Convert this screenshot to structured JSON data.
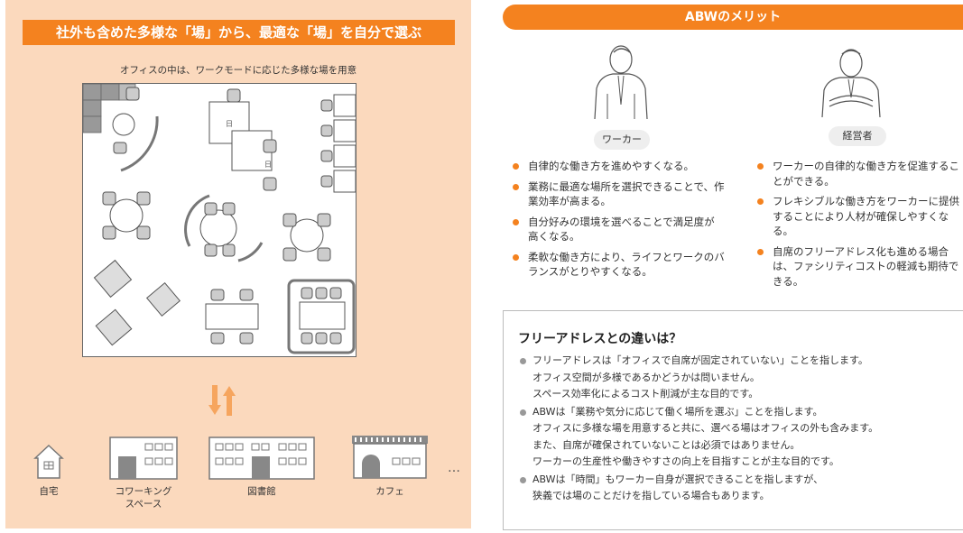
{
  "left": {
    "banner": "社外も含めた多様な「場」から、最適な「場」を自分で選ぶ",
    "plan_caption": "オフィスの中は、ワークモードに応じた多様な場を用意",
    "places": [
      {
        "label": "自宅",
        "icon": "house-icon"
      },
      {
        "label": "コワーキング\nスペース",
        "icon": "coworking-building-icon"
      },
      {
        "label": "図書館",
        "icon": "library-building-icon"
      },
      {
        "label": "カフェ",
        "icon": "cafe-icon"
      }
    ],
    "more": "…"
  },
  "right": {
    "header": "ABWのメリット",
    "worker": {
      "label": "ワーカー",
      "points": [
        "自律的な働き方を進めやすくなる。",
        "業務に最適な場所を選択できることで、作業効率が高まる。",
        "自分好みの環境を選べることで満足度が高くなる。",
        "柔軟な働き方により、ライフとワークのバランスがとりやすくなる。"
      ]
    },
    "manager": {
      "label": "経営者",
      "points": [
        "ワーカーの自律的な働き方を促進することができる。",
        "フレキシブルな働き方をワーカーに提供することにより人材が確保しやすくなる。",
        "自席のフリーアドレス化も進める場合は、ファシリティコストの軽減も期待できる。"
      ]
    },
    "difference": {
      "title": "フリーアドレスとの違いは？",
      "items": [
        {
          "lines": [
            "フリーアドレスは「オフィスで自席が固定されていない」ことを指します。",
            "オフィス空間が多様であるかどうかは問いません。",
            "スペース効率化によるコスト削減が主な目的です。"
          ]
        },
        {
          "lines": [
            "ABWは「業務や気分に応じて働く場所を選ぶ」ことを指します。",
            "オフィスに多様な場を用意すると共に、選べる場はオフィスの外も含みます。",
            "また、自席が確保されていないことは必須ではありません。",
            "ワーカーの生産性や働きやすさの向上を目指すことが主な目的です。"
          ]
        },
        {
          "lines": [
            "ABWは「時間」もワーカー自身が選択できることを指しますが、",
            "狭義では場のことだけを指している場合もあります。"
          ]
        }
      ]
    }
  },
  "colors": {
    "accent": "#f4821f",
    "panel": "#fbd9bd",
    "badge": "#eeeeee",
    "bullet_grey": "#999999"
  }
}
